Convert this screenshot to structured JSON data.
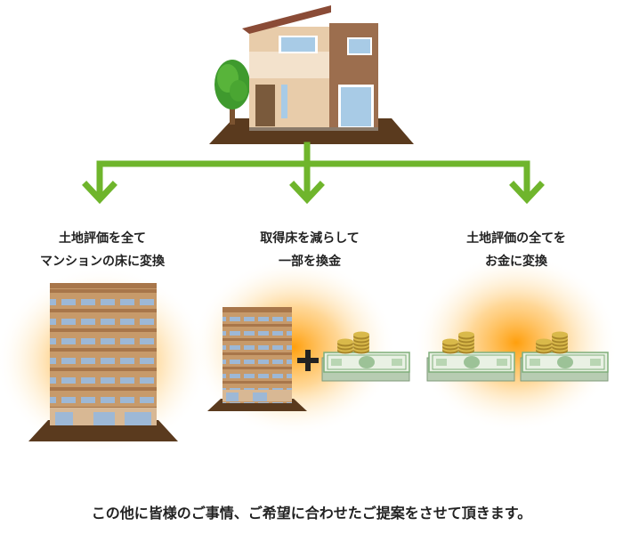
{
  "options": [
    {
      "line1": "土地評価を全て",
      "line2": "マンションの床に変換"
    },
    {
      "line1": "取得床を減らして",
      "line2": "一部を換金"
    },
    {
      "line1": "土地評価の全てを",
      "line2": "お金に変換"
    }
  ],
  "footer": {
    "text": "この他に皆様のご事情、ご希望に合わせたご提案をさせて頂きます。"
  },
  "colors": {
    "arrow_green": "#6fb52c",
    "glow_orange": "#ff9b00",
    "ground_brown": "#5a3a1e",
    "building_tan": "#c79a6a",
    "banknote_green": "#7fae7a",
    "coin_gold": "#c9a83a"
  }
}
